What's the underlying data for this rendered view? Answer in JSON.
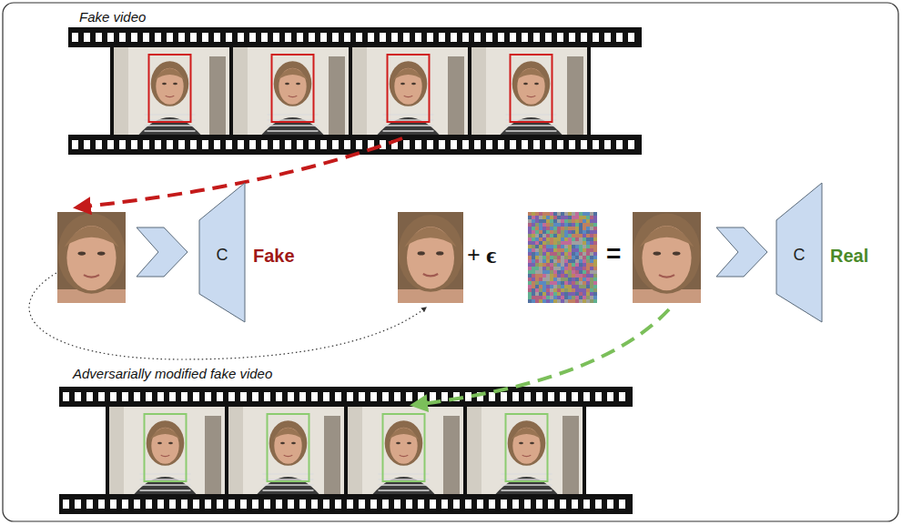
{
  "diagram": {
    "nodes": [
      {
        "text": [
          "Fake video"
        ]
      },
      {
        "text": [
          "C"
        ]
      },
      {
        "text": [
          "C"
        ]
      },
      {
        "text": [
          "Adversarially modified fake video"
        ]
      }
    ],
    "labels": [
      "Fake",
      "+ ϵ",
      "=",
      "Real"
    ]
  }
}
